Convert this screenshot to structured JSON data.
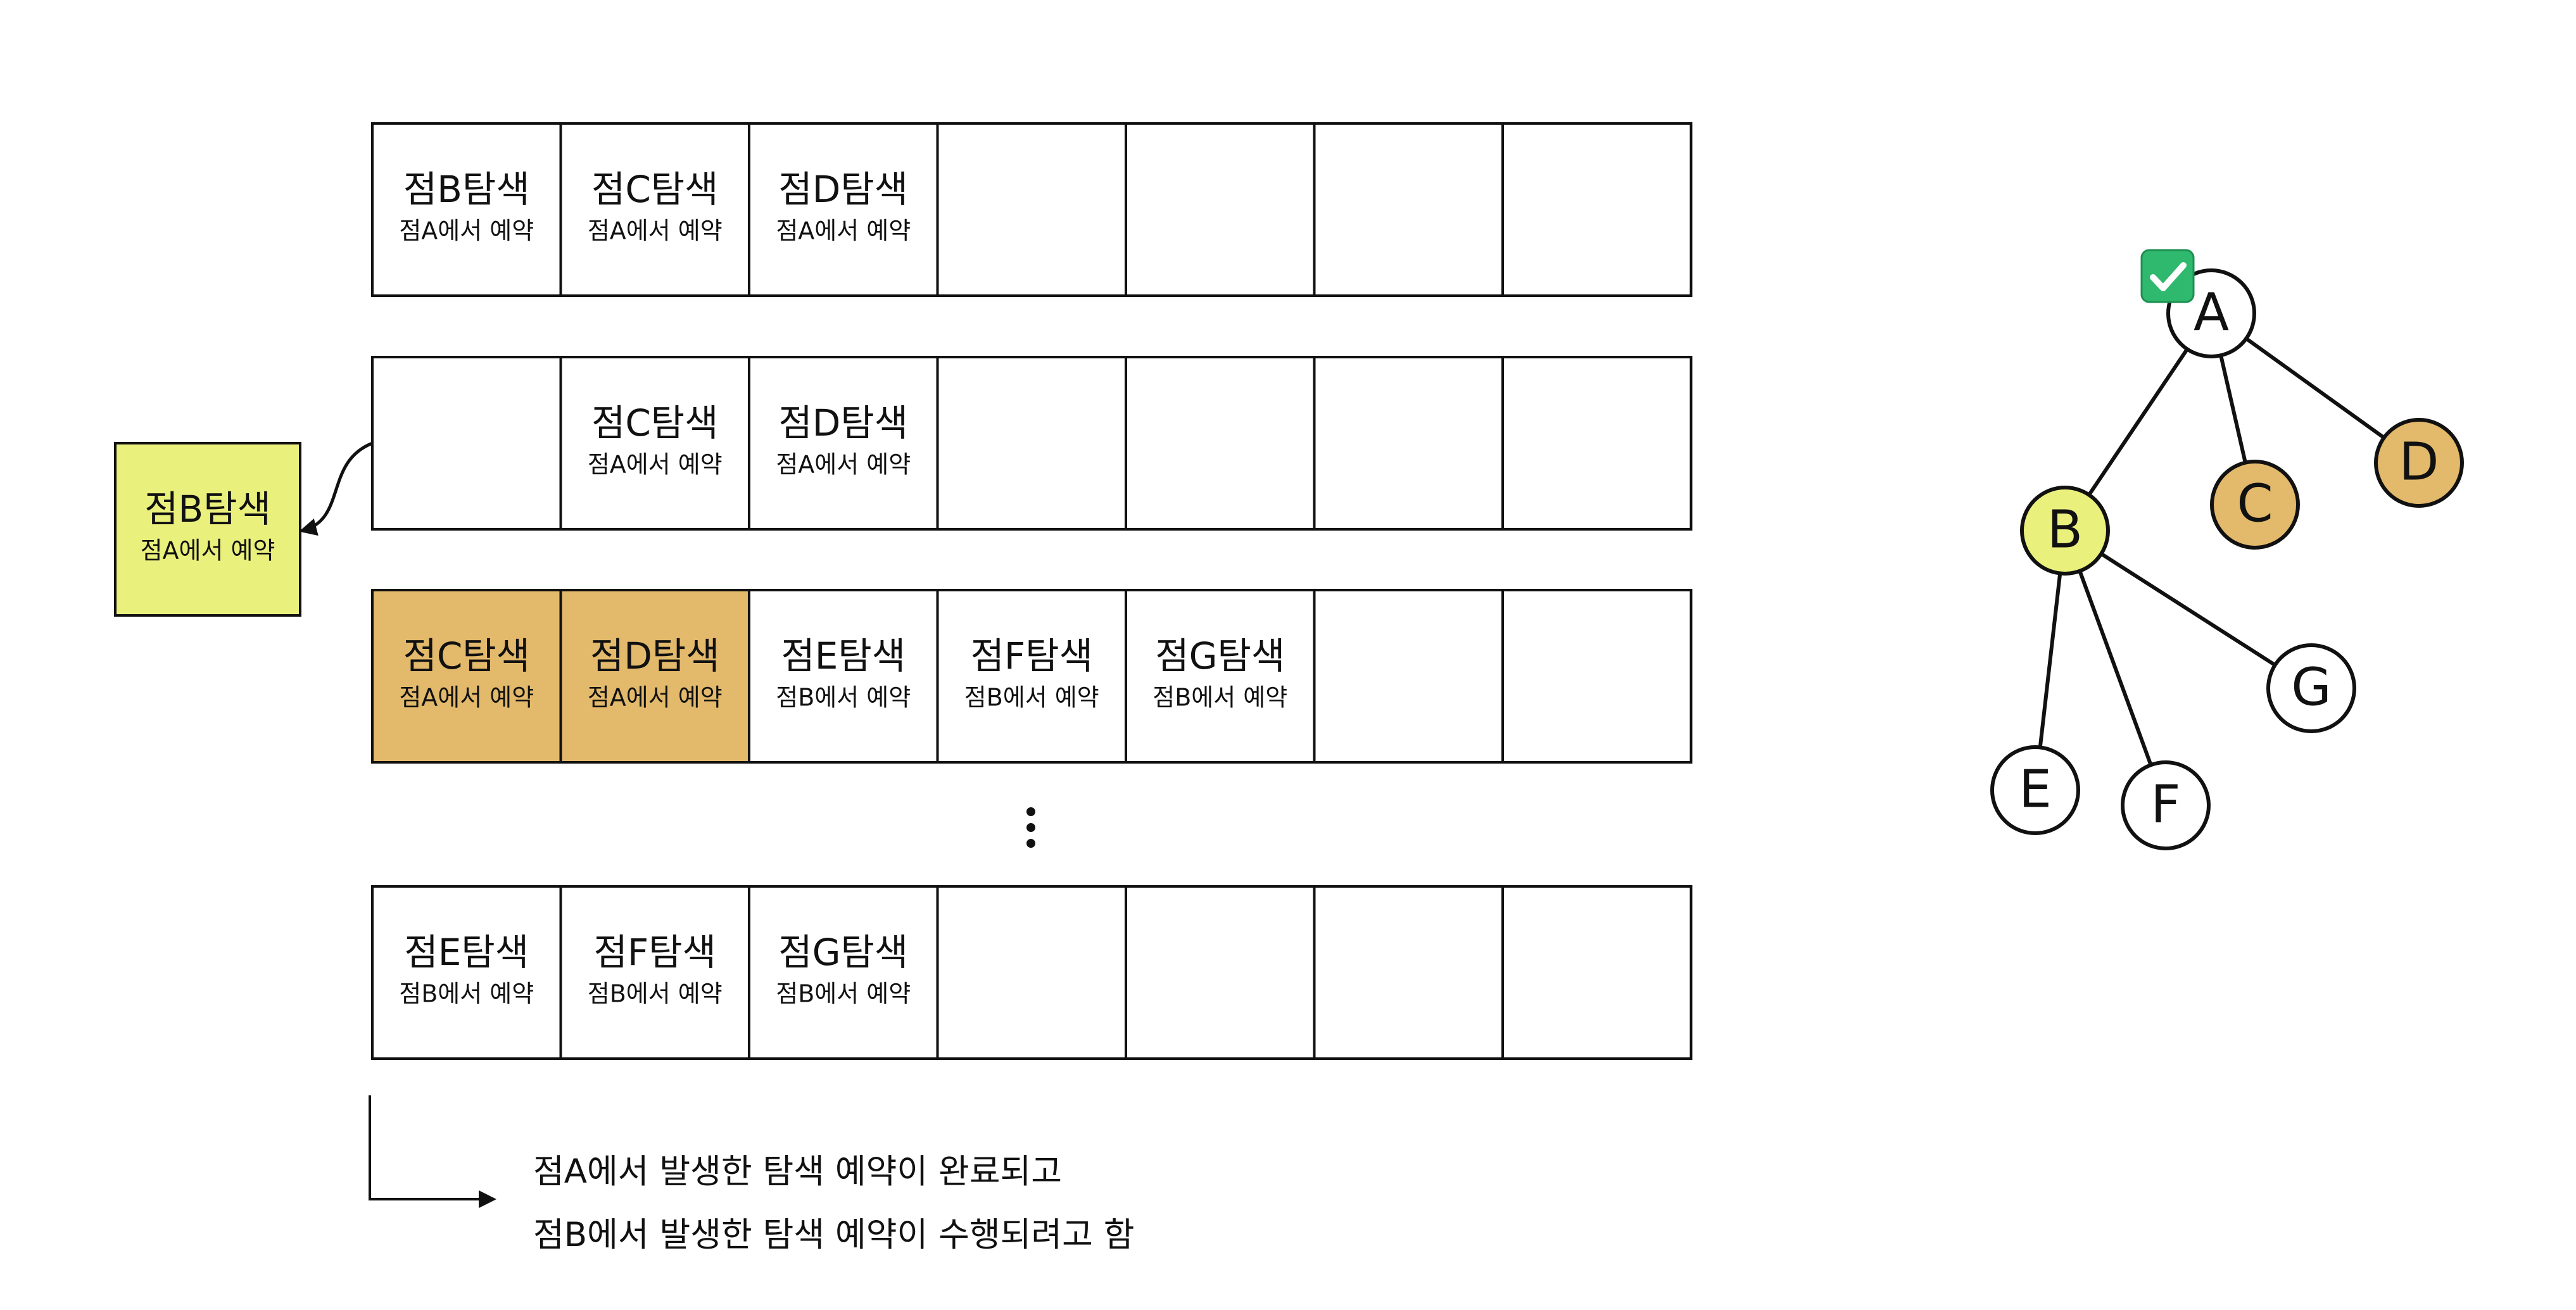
{
  "colors": {
    "highlight_yellow": "#EAF07C",
    "reserved_done": "#E3B96B",
    "check_green": "#2FB96E",
    "line": "#111111",
    "background": "#FFFFFF"
  },
  "queues": [
    {
      "cells": [
        {
          "title": "점B탐색",
          "sub": "점A에서 예약",
          "state": "normal"
        },
        {
          "title": "점C탐색",
          "sub": "점A에서 예약",
          "state": "normal"
        },
        {
          "title": "점D탐색",
          "sub": "점A에서 예약",
          "state": "normal"
        },
        {
          "title": "",
          "sub": "",
          "state": "empty"
        },
        {
          "title": "",
          "sub": "",
          "state": "empty"
        },
        {
          "title": "",
          "sub": "",
          "state": "empty"
        },
        {
          "title": "",
          "sub": "",
          "state": "empty"
        }
      ]
    },
    {
      "cells": [
        {
          "title": "",
          "sub": "",
          "state": "empty"
        },
        {
          "title": "점C탐색",
          "sub": "점A에서 예약",
          "state": "normal"
        },
        {
          "title": "점D탐색",
          "sub": "점A에서 예약",
          "state": "normal"
        },
        {
          "title": "",
          "sub": "",
          "state": "empty"
        },
        {
          "title": "",
          "sub": "",
          "state": "empty"
        },
        {
          "title": "",
          "sub": "",
          "state": "empty"
        },
        {
          "title": "",
          "sub": "",
          "state": "empty"
        }
      ]
    },
    {
      "cells": [
        {
          "title": "점C탐색",
          "sub": "점A에서 예약",
          "state": "done"
        },
        {
          "title": "점D탐색",
          "sub": "점A에서 예약",
          "state": "done"
        },
        {
          "title": "점E탐색",
          "sub": "점B에서 예약",
          "state": "normal"
        },
        {
          "title": "점F탐색",
          "sub": "점B에서 예약",
          "state": "normal"
        },
        {
          "title": "점G탐색",
          "sub": "점B에서 예약",
          "state": "normal"
        },
        {
          "title": "",
          "sub": "",
          "state": "empty"
        },
        {
          "title": "",
          "sub": "",
          "state": "empty"
        }
      ]
    },
    {
      "cells": [
        {
          "title": "점E탐색",
          "sub": "점B에서 예약",
          "state": "normal"
        },
        {
          "title": "점F탐색",
          "sub": "점B에서 예약",
          "state": "normal"
        },
        {
          "title": "점G탐색",
          "sub": "점B에서 예약",
          "state": "normal"
        },
        {
          "title": "",
          "sub": "",
          "state": "empty"
        },
        {
          "title": "",
          "sub": "",
          "state": "empty"
        },
        {
          "title": "",
          "sub": "",
          "state": "empty"
        },
        {
          "title": "",
          "sub": "",
          "state": "empty"
        }
      ]
    }
  ],
  "dequeued": {
    "title": "점B탐색",
    "sub": "점A에서 예약"
  },
  "ellipsis": "⋮",
  "caption": {
    "line1": "점A에서 발생한 탐색 예약이 완료되고",
    "line2": "점B에서 발생한 탐색 예약이 수행되려고 함"
  },
  "tree": {
    "nodes": [
      {
        "id": "A",
        "label": "A",
        "state": "visited",
        "checked": true
      },
      {
        "id": "B",
        "label": "B",
        "state": "current",
        "checked": false
      },
      {
        "id": "C",
        "label": "C",
        "state": "done",
        "checked": false
      },
      {
        "id": "D",
        "label": "D",
        "state": "done",
        "checked": false
      },
      {
        "id": "E",
        "label": "E",
        "state": "normal",
        "checked": false
      },
      {
        "id": "F",
        "label": "F",
        "state": "normal",
        "checked": false
      },
      {
        "id": "G",
        "label": "G",
        "state": "normal",
        "checked": false
      }
    ],
    "edges": [
      [
        "A",
        "B"
      ],
      [
        "A",
        "C"
      ],
      [
        "A",
        "D"
      ],
      [
        "B",
        "E"
      ],
      [
        "B",
        "F"
      ],
      [
        "B",
        "G"
      ]
    ],
    "check_icon": "check-icon"
  }
}
